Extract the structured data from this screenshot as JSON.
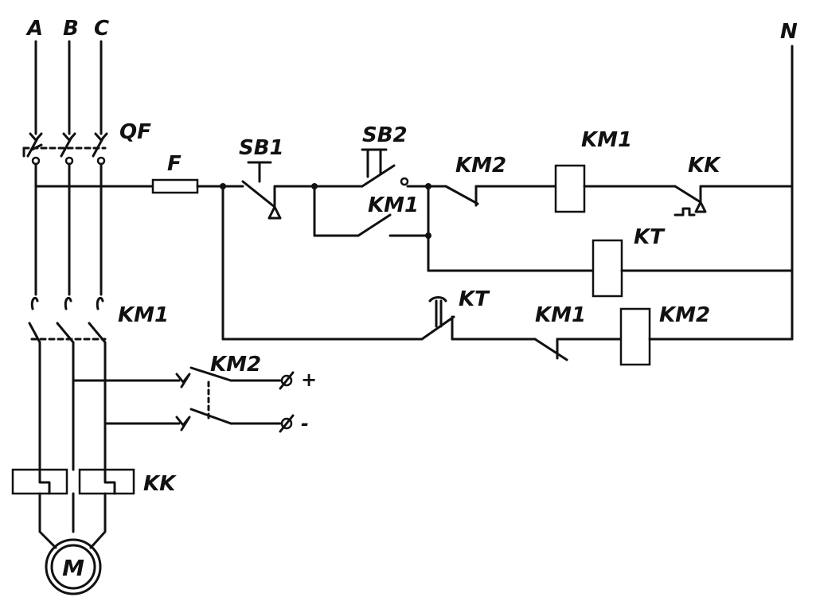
{
  "labels": {
    "phase_a": "A",
    "phase_b": "B",
    "phase_c": "C",
    "neutral": "N",
    "breaker": "QF",
    "fuse": "F",
    "stop_button": "SB1",
    "start_button": "SB2",
    "km2_contact_top": "KM2",
    "km1_coil": "KM1",
    "kk_contact": "KK",
    "km1_hold_contact": "KM1",
    "kt_coil": "KT",
    "kt_contact": "KT",
    "km1_contact_bottom": "KM1",
    "km2_coil": "KM2",
    "km1_main_contacts": "KM1",
    "km2_dc_contacts": "KM2",
    "dc_plus": "+",
    "dc_minus": "-",
    "thermal_relay": "KK",
    "motor": "M"
  }
}
